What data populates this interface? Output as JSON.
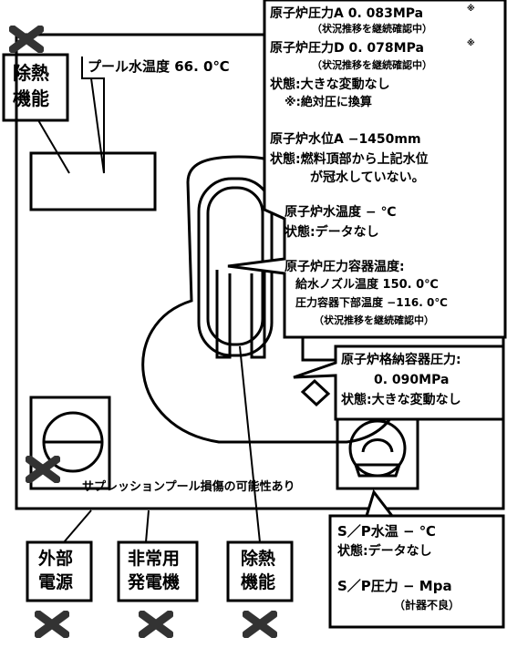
{
  "colors": {
    "ink": "#000000",
    "paper": "#ffffff",
    "cross": "#333333"
  },
  "icons": [
    "x-mark-icon"
  ],
  "pool": {
    "label": "プール水温度  66. 0℃"
  },
  "left_heat": {
    "line1": "除熱",
    "line2": "機能"
  },
  "pressure": {
    "a": "原子炉圧力A  0. 083MPa",
    "a_note_mark": "※",
    "a_note": "（状況推移を継続確認中）",
    "d": "原子炉圧力D  0. 078MPa",
    "d_note_mark": "※",
    "d_note": "（状況推移を継続確認中）",
    "status": "状態:大きな変動なし",
    "abs_note": "※:絶対圧に換算"
  },
  "level": {
    "label": "原子炉水位A  −1450mm",
    "status1": "状態:燃料頂部から上記水位",
    "status2": "が冠水していない。"
  },
  "temp": {
    "label": "原子炉水温度      −  ℃",
    "status": "状態:データなし"
  },
  "vessel": {
    "title": "原子炉圧力容器温度:",
    "nozzle": "給水ノズル温度  150. 0℃",
    "bottom": "圧力容器下部温度  −116. 0℃",
    "note": "（状況推移を継続確認中）"
  },
  "containment": {
    "label": "原子炉格納容器圧力:",
    "value": "0. 090MPa",
    "status": "状態:大きな変動なし"
  },
  "suppression_note": "サプレッションプール損傷の可能性あり",
  "sp": {
    "temp": "S／P水温  −  ℃",
    "temp_status": "状態:データなし",
    "pressure": "S／P圧力  −  Mpa",
    "pressure_note": "（計器不良）"
  },
  "bottom_boxes": [
    {
      "line1": "外部",
      "line2": "電源"
    },
    {
      "line1": "非常用",
      "line2": "発電機"
    },
    {
      "line1": "除熱",
      "line2": "機能"
    }
  ]
}
